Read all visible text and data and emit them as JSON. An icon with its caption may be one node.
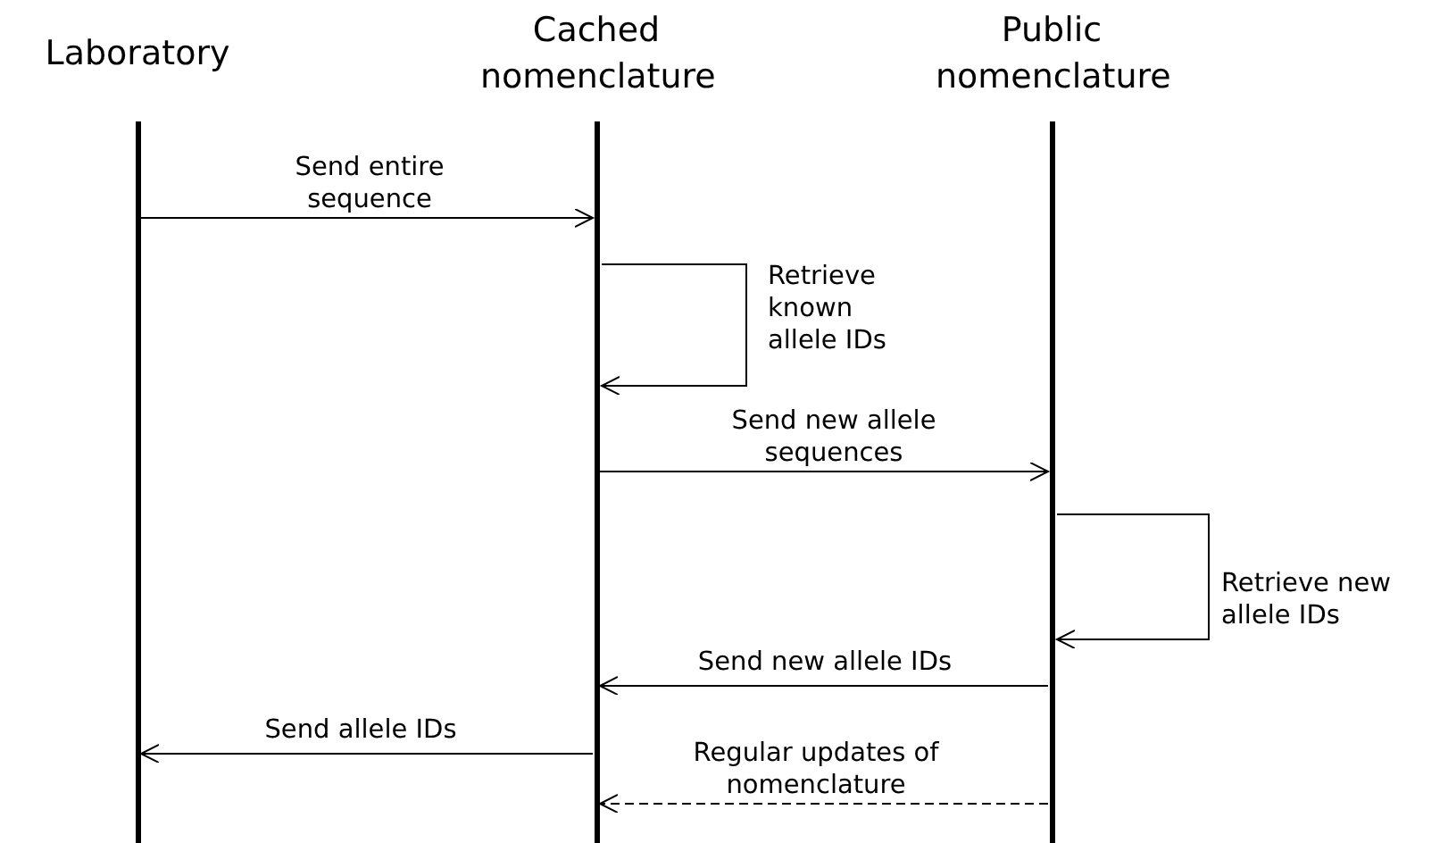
{
  "diagram": {
    "nodes": [
      {
        "text": [
          "Laboratory"
        ]
      },
      {
        "text": [
          "Cached nomenclature"
        ]
      },
      {
        "text": [
          "Public nomenclature"
        ]
      }
    ],
    "edges": [
      {
        "from": 0,
        "to": 1,
        "arrow": "to",
        "label": "Send entire sequence"
      },
      {
        "from": 1,
        "to": 1,
        "arrow": "to",
        "label": "Retrieve known allele IDs"
      },
      {
        "from": 1,
        "to": 2,
        "arrow": "to",
        "label": "Send new allele sequences"
      },
      {
        "from": 2,
        "to": 2,
        "arrow": "to",
        "label": "Retrieve new allele IDs"
      },
      {
        "from": 2,
        "to": 1,
        "arrow": "to",
        "label": "Send new allele IDs"
      },
      {
        "from": 1,
        "to": 0,
        "arrow": "to",
        "label": "Send allele IDs"
      },
      {
        "from": 2,
        "to": 1,
        "arrow": "to",
        "label": "Regular updates of nomenclature",
        "style": "dashed"
      }
    ]
  }
}
